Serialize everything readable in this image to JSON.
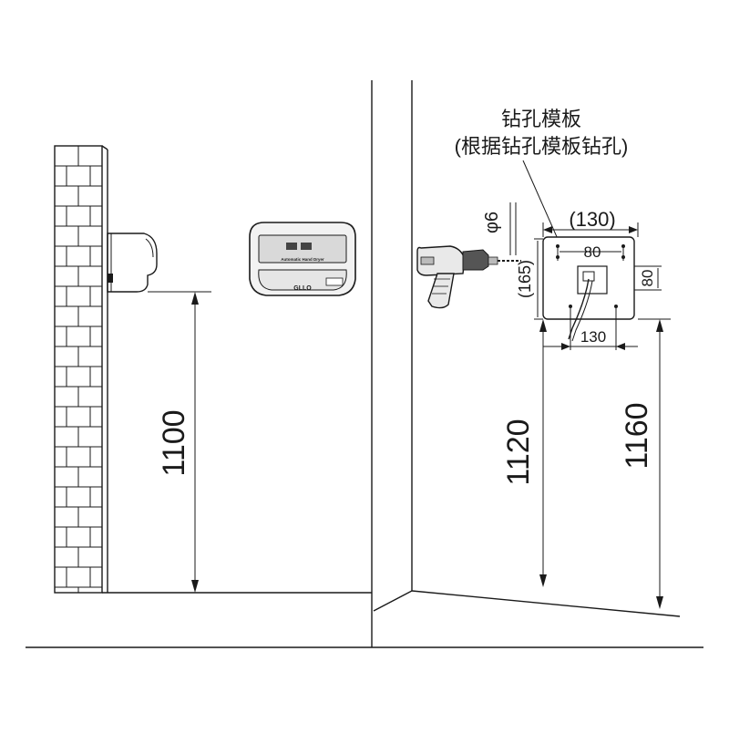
{
  "labels": {
    "template_title": "钻孔模板",
    "template_subtitle": "(根据钻孔模板钻孔)",
    "drill_diameter": "φ6",
    "dim_1100": "1100",
    "dim_1120": "1120",
    "dim_1160": "1160",
    "dim_130_top": "(130)",
    "dim_130_bottom": "130",
    "dim_80_horizontal": "80",
    "dim_80_vertical": "80",
    "dim_165": "(165)",
    "dryer_brand": "GLLO",
    "dryer_caption": "Automatic Hand Dryer"
  },
  "colors": {
    "line": "#1a1a1a",
    "fill_light": "#f2f2f2",
    "fill_mid": "#d9d9d9",
    "fill_dark": "#555555"
  }
}
